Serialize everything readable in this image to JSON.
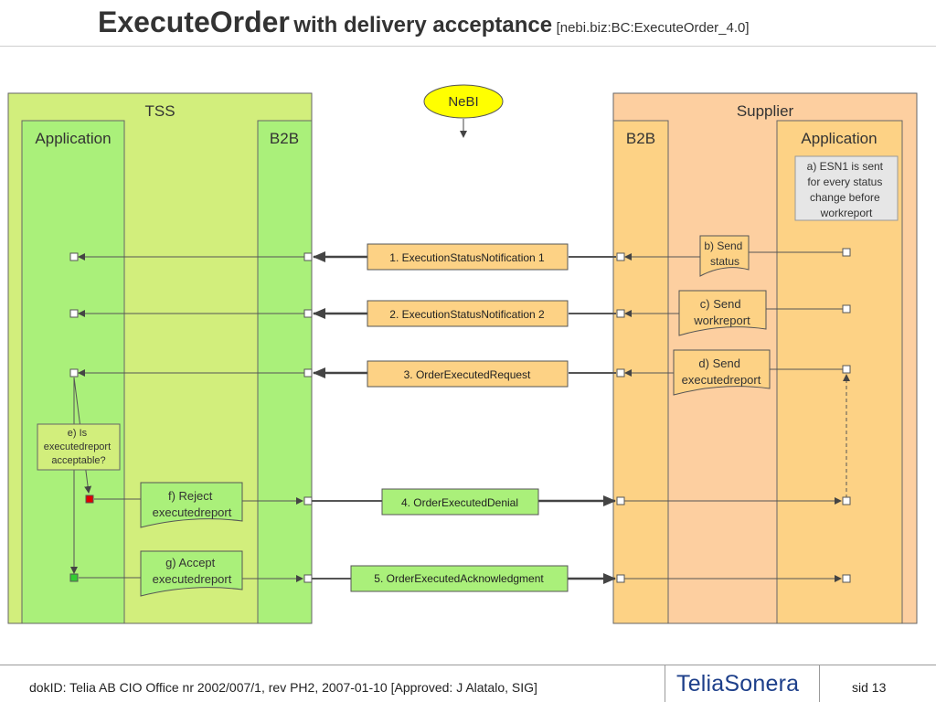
{
  "title": {
    "main": "ExecuteOrder",
    "sub": "with delivery acceptance",
    "ref": "[nebi.biz:BC:ExecuteOrder_4.0]"
  },
  "nebi": "NeBI",
  "tss": {
    "label": "TSS",
    "application": "Application",
    "b2b": "B2B"
  },
  "supplier": {
    "label": "Supplier",
    "application": "Application",
    "b2b": "B2B"
  },
  "notes": {
    "a": [
      "a) ESN1 is sent",
      "for every status",
      "change before",
      "workreport"
    ],
    "b": [
      "b) Send",
      "status"
    ],
    "c": [
      "c) Send",
      "workreport"
    ],
    "d": [
      "d) Send",
      "executedreport"
    ],
    "e": [
      "e) Is",
      "executedreport",
      "acceptable?"
    ],
    "f": [
      "f) Reject",
      "executedreport"
    ],
    "g": [
      "g) Accept",
      "executedreport"
    ]
  },
  "messages": {
    "m1": "1. ExecutionStatusNotification 1",
    "m2": "2. ExecutionStatusNotification 2",
    "m3": "3. OrderExecutedRequest",
    "m4": "4. OrderExecutedDenial",
    "m5": "5. OrderExecutedAcknowledgment"
  },
  "colors": {
    "tss_bg": "#d2ee7c",
    "tss_lane": "#aaf07a",
    "supplier_bg": "#fdcfa0",
    "supplier_lane": "#fdd285",
    "request_msg": "#fdd285",
    "response_msg": "#aaf07a",
    "note_a_bg": "#e6e6e6",
    "note_e_bg": "#d2ee7c",
    "nebi_bg": "#ffff00",
    "reject_marker": "#e00000",
    "accept_marker": "#33cc33",
    "brand": "#1d3f8a"
  },
  "footer": {
    "doc": "dokID: Telia AB CIO Office nr 2002/007/1, rev PH2, 2007-01-10  [Approved: J Alatalo, SIG]",
    "logo": "TeliaSonera",
    "page": "sid 13"
  }
}
